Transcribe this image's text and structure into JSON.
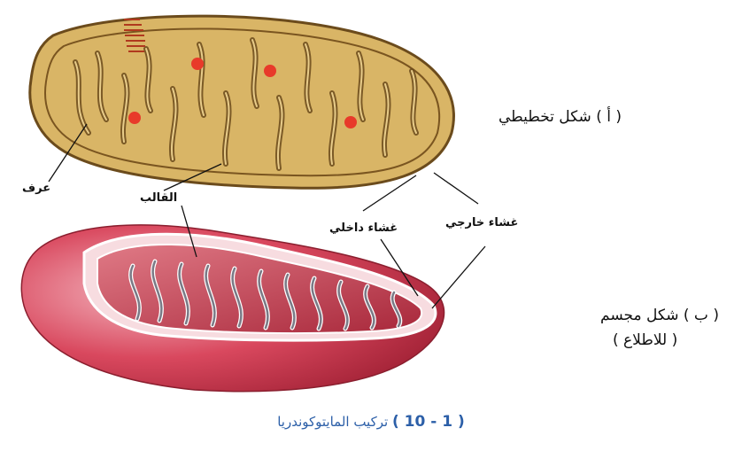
{
  "labels": {
    "schematic": "( أ ) شكل تخطيطي",
    "solid_line1": "( ب ) شكل مجسم",
    "solid_line2": "( للاطلاع )",
    "crista": "عرف",
    "matrix": "القالب",
    "inner_membrane": "غشاء داخلي",
    "outer_membrane": "غشاء خارجي"
  },
  "caption": {
    "number": "( 1 - 10 )",
    "title": "تركيب المايتوكوندريا"
  },
  "colors": {
    "schematic_fill": "#d9b566",
    "schematic_outline": "#6b4b1c",
    "dots": "#e83a2a",
    "outer_red": "#c93348",
    "inner_red": "#b8323c",
    "caption": "#2c5fa8"
  }
}
